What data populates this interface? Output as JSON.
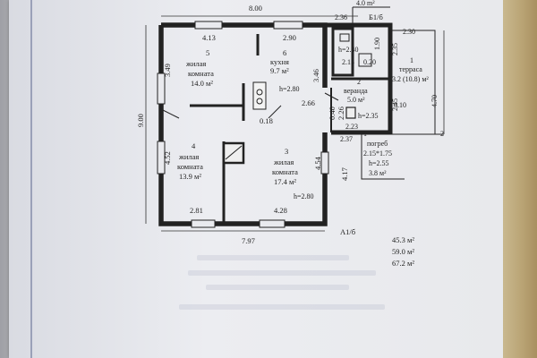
{
  "plan": {
    "dims": {
      "top_total": "8.00",
      "top_left_seg": "4.13",
      "top_right_seg": "2.90",
      "left_total": "9.00",
      "bottom_total": "7.97",
      "bottom_left_seg": "2.81",
      "bottom_mid_seg": "4.28",
      "wall_349": "3.49",
      "wall_346": "3.46",
      "wall_452": "4.52",
      "wall_454": "4.54",
      "wall_417": "4.17",
      "seg_018": "0.18",
      "seg_266": "2.66",
      "seg_226": "2.26",
      "seg_040": "0.40",
      "seg_223": "2.23",
      "seg_237": "2.37",
      "seg_236": "2.36",
      "seg_215": "2.15",
      "seg_190": "1.90",
      "seg_020": "0.20",
      "seg_235": "2.35",
      "seg_230": "2.30",
      "seg_245": "2.45",
      "seg_010": "0.10",
      "seg_470": "4.70",
      "seg_400": "4.0 m²"
    },
    "labels": {
      "b1b": "Б1/б",
      "a1b": "А1/б",
      "mark_1": "1",
      "mark_2": "2",
      "h_240": "h=2.40",
      "h_280_kitchen": "h=2.80",
      "h_235": "h=2.35",
      "h_280_room3": "h=2.80"
    },
    "rooms": [
      {
        "number": "5",
        "name": "жилая",
        "name2": "комната",
        "area": "14.0 м²"
      },
      {
        "number": "6",
        "name": "кухня",
        "area": "9.7 м²"
      },
      {
        "number": "4",
        "name": "жилая",
        "name2": "комната",
        "area": "13.9 м²"
      },
      {
        "number": "3",
        "name": "жилая",
        "name2": "комната",
        "area": "17.4 м²"
      },
      {
        "number": "2",
        "name": "веранда",
        "area": "5.0 м²"
      },
      {
        "number": "1",
        "name": "терраса",
        "area": "3.2 (10.8) м²"
      }
    ],
    "cellar": {
      "title": "погреб",
      "size": "2.15*1.75",
      "height": "h=2.55",
      "area": "3.8 м²"
    },
    "totals": [
      "45.3 м²",
      "59.0 м²",
      "67.2 м²"
    ]
  }
}
